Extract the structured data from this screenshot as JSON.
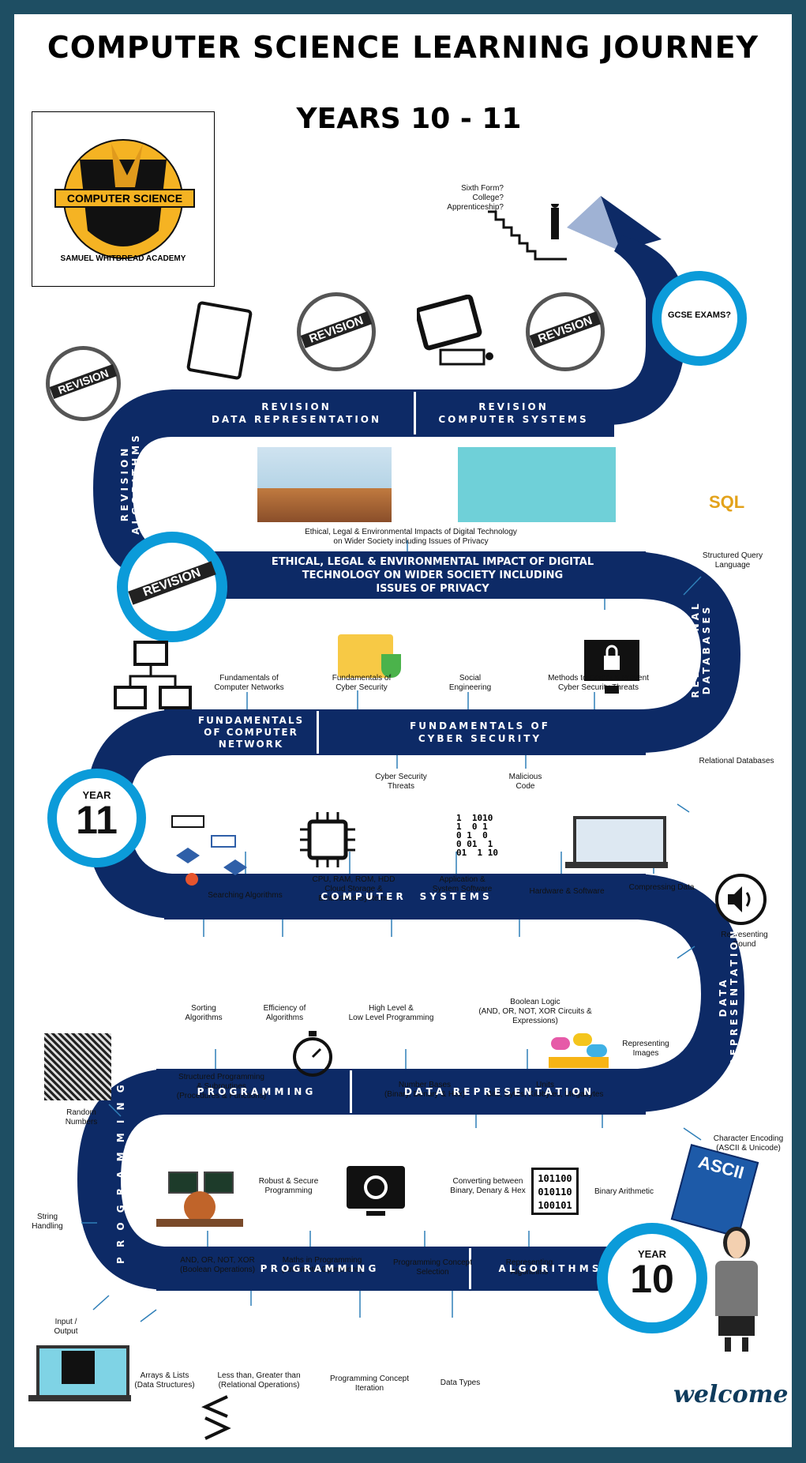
{
  "title": "COMPUTER SCIENCE  LEARNING JOURNEY",
  "subtitle": "YEARS 10 - 11",
  "logo": {
    "badge_text": "COMPUTER SCIENCE",
    "ring_text": "SAMUEL WHITBREAD ACADEMY"
  },
  "top": {
    "next_steps": "Sixth Form?\nCollege?\nApprenticeship?",
    "exams": "GCSE EXAMS?"
  },
  "revision_stamp": "REVISION",
  "bands": {
    "revision_data_rep": "REVISION\nDATA REPRESENTATION",
    "revision_comp_sys": "REVISION\nCOMPUTER SYSTEMS",
    "revision_algorithms": "REVISION\nALGORITHMS",
    "ethical": "ETHICAL, LEGAL & ENVIRONMENTAL IMPACT OF DIGITAL\nTECHNOLOGY  ON WIDER SOCIETY INCLUDING\nISSUES OF PRIVACY",
    "relational_databases": "RELATIONAL\nDATABASES",
    "fund_networks": "FUNDAMENTALS\nOF COMPUTER\nNETWORK",
    "fund_cyber": "FUNDAMENTALS OF\nCYBER SECURITY",
    "computer_systems": "C O M P U T E R     S Y S T E M S",
    "data_representation_v": "DATA\nREPRESENTATION",
    "programming_1": "P R O G R A M M I N G",
    "data_representation_h": "D A T A   R E P R E S E N T A T I O N",
    "programming_v": "P R O G R A M M I N G",
    "programming_2": "P R O G R A M M I N G",
    "algorithms": "A L G O R I T H M S"
  },
  "years": {
    "year11": {
      "word": "YEAR",
      "num": "11"
    },
    "year10": {
      "word": "YEAR",
      "num": "10"
    }
  },
  "labels": {
    "ethical_small": "Ethical, Legal & Environmental Impacts of Digital Technology\non Wider Society including Issues of Privacy",
    "sql_icon": "SQL",
    "sql": "Structured Query\nLanguage",
    "fund_networks": "Fundamentals of\nComputer Networks",
    "fund_cyber": "Fundamentals of\nCyber Security",
    "social_eng": "Social\nEngineering",
    "methods_detect": "Methods to Detect & Prevent\nCyber Security Threats",
    "relational_db": "Relational Databases",
    "cyber_threats": "Cyber Security\nThreats",
    "malicious": "Malicious\nCode",
    "binary_icon": "1  1010\n1  0 1\n0 1  0\n0 01  1\n01  1 10",
    "searching": "Searching Algorithms",
    "cpu": "CPU, RAM, ROM, HDD\nCloud Storage &\nEmbedded Systems",
    "app_sys": "Application &\nSystem Software",
    "hw_sw": "Hardware & Software",
    "compressing": "Compressing Data",
    "rep_sound": "Representing\nSound",
    "sorting": "Sorting\nAlgorithms",
    "efficiency": "Efficiency of\nAlgorithms",
    "high_low": "High Level &\nLow Level Programming",
    "boolean_logic": "Boolean Logic\n(AND, OR, NOT, XOR Circuits & Expressions)",
    "rep_images": "Representing\nImages",
    "structured": "Structured Programming\n& Subroutines\n(Procedures & Functions)",
    "number_bases": "Number Bases\n(Binary, Denary & Hex)",
    "units": "Units\nBits, Bytes, Kilobytes, Megabytes",
    "random": "Random\nNumbers",
    "char_enc": "Character Encoding\n(ASCII & Unicode)",
    "robust": "Robust & Secure\nProgramming",
    "converting": "Converting between\nBinary, Denary & Hex",
    "bin_icon": "101100\n010110\n100101",
    "binary_arith": "Binary Arithmetic",
    "string": "String\nHandling",
    "and_or": "AND, OR, NOT, XOR\n(Boolean Operations)",
    "maths": "Maths in Programming\n(Arithmetic Operations)",
    "prog_concept_sel": "Programming Concept\nSelection",
    "rep_alg": "Representing\nAlgorithms",
    "input_output": "Input /\nOutput",
    "arrays": "Arrays & Lists\n(Data Structures)",
    "less_than": "Less than, Greater than\n(Relational Operations)",
    "prog_concept_it": "Programming Concept\nIteration",
    "data_types": "Data Types",
    "ascii_icon": "ASCII",
    "welcome": "welcome"
  },
  "colors": {
    "road": "#0d2a66",
    "accent": "#0b9bd9",
    "dot": "#2f7fb8",
    "frame": "#1e4e63"
  }
}
